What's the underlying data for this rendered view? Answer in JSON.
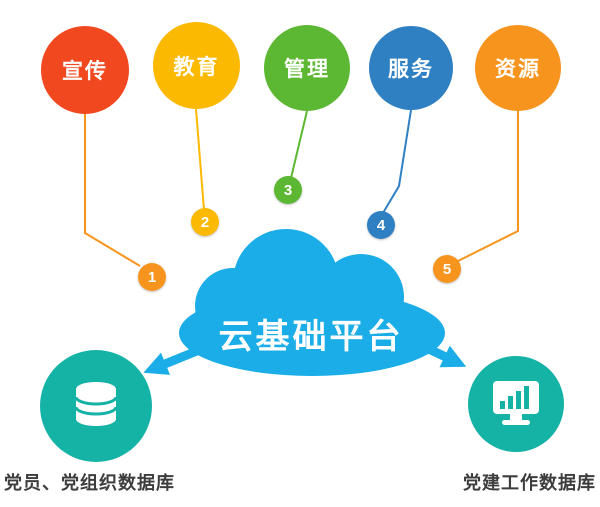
{
  "diagram": {
    "cloud": {
      "label": "云基础平台",
      "color": "#1bade8"
    },
    "nodes": [
      {
        "label": "宣传",
        "number": "1",
        "circle_color": "#f1481f",
        "badge_color": "#f7941e",
        "line_color": "#f7941e"
      },
      {
        "label": "教育",
        "number": "2",
        "circle_color": "#fbb901",
        "badge_color": "#fbb901",
        "line_color": "#fbb901"
      },
      {
        "label": "管理",
        "number": "3",
        "circle_color": "#5cb832",
        "badge_color": "#5cb832",
        "line_color": "#5cb832"
      },
      {
        "label": "服务",
        "number": "4",
        "circle_color": "#2e80c3",
        "badge_color": "#2e80c3",
        "line_color": "#2e80c3"
      },
      {
        "label": "资源",
        "number": "5",
        "circle_color": "#f7941e",
        "badge_color": "#f7941e",
        "line_color": "#f7941e"
      }
    ],
    "outputs": [
      {
        "label": "党员、党组织数据库",
        "icon": "database-icon",
        "color": "#15b2a6"
      },
      {
        "label": "党建工作数据库",
        "icon": "monitor-chart-icon",
        "color": "#15b2a6"
      }
    ]
  }
}
